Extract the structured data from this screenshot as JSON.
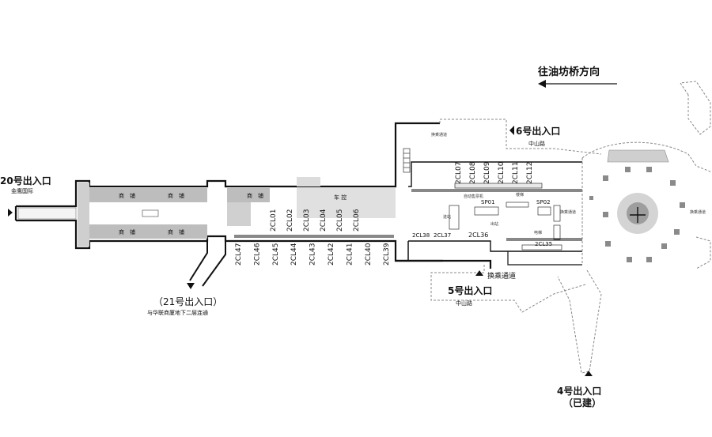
{
  "direction": {
    "label": "往油坊桥方向"
  },
  "exits": {
    "e20": {
      "name": "20号出入口",
      "sub": "金鹰国际"
    },
    "e6": {
      "name": "6号出入口",
      "sub": "中山路"
    },
    "e5": {
      "name": "5号出入口",
      "sub": "中山路",
      "passage": "换乘通道"
    },
    "e21": {
      "name": "（21号出入口）",
      "sub": "与华联商厦地下二层连通"
    },
    "e4": {
      "name": "4号出入口",
      "note": "（已建）"
    }
  },
  "shops": {
    "label": "商　铺"
  },
  "carpark": {
    "label": "车 控"
  },
  "transfer_label": "换乘通道",
  "ticket_label": "自动售票机",
  "upper_codes": [
    "2CL07",
    "2CL08",
    "2CL09",
    "2CL10",
    "2CL11",
    "2CL12"
  ],
  "mid_codes": [
    "2CL01",
    "2CL02",
    "2CL03",
    "2CL04",
    "2CL05",
    "2CL06"
  ],
  "lower_codes": [
    "2CL47",
    "2CL46",
    "2CL45",
    "2CL44",
    "2CL43",
    "2CL42",
    "2CL41",
    "2CL40",
    "2CL39"
  ],
  "small_codes": {
    "cl38": "2CL38",
    "cl37": "2CL37",
    "cl36": "2CL36",
    "cl35": "2CL35",
    "sp01": "SP01",
    "sp02": "SP02"
  },
  "tiny_marks": {
    "in": "进站",
    "out": "出站",
    "stair": "楼梯",
    "elev": "电梯"
  }
}
